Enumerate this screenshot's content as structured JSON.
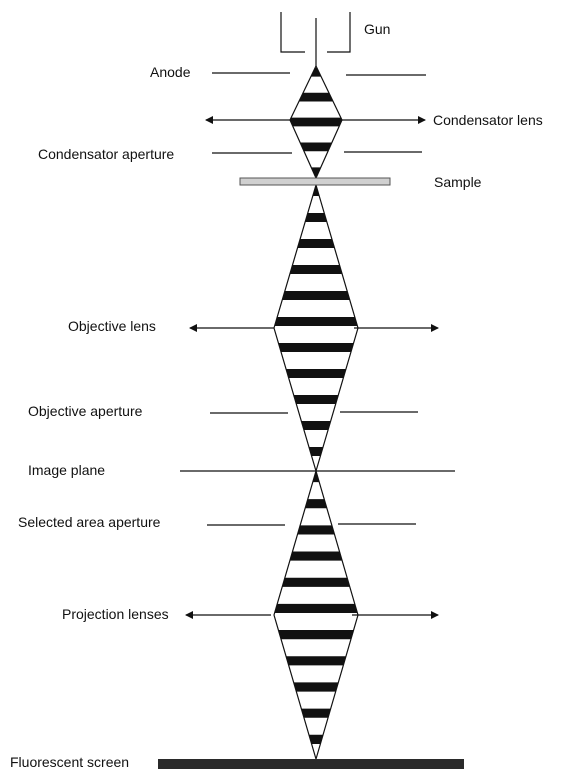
{
  "labels": {
    "gun": "Gun",
    "anode": "Anode",
    "condensator_lens": "Condensator lens",
    "condensator_aperture": "Condensator aperture",
    "sample": "Sample",
    "objective_lens": "Objective lens",
    "objective_aperture": "Objective aperture",
    "image_plane": "Image plane",
    "selected_area_aperture": "Selected area aperture",
    "projection_lenses": "Projection lenses",
    "fluorescent_screen": "Fluorescent screen"
  },
  "colors": {
    "line": "#111111",
    "sample_fill": "#d0d0d0",
    "screen_fill": "#2a2a2a"
  }
}
